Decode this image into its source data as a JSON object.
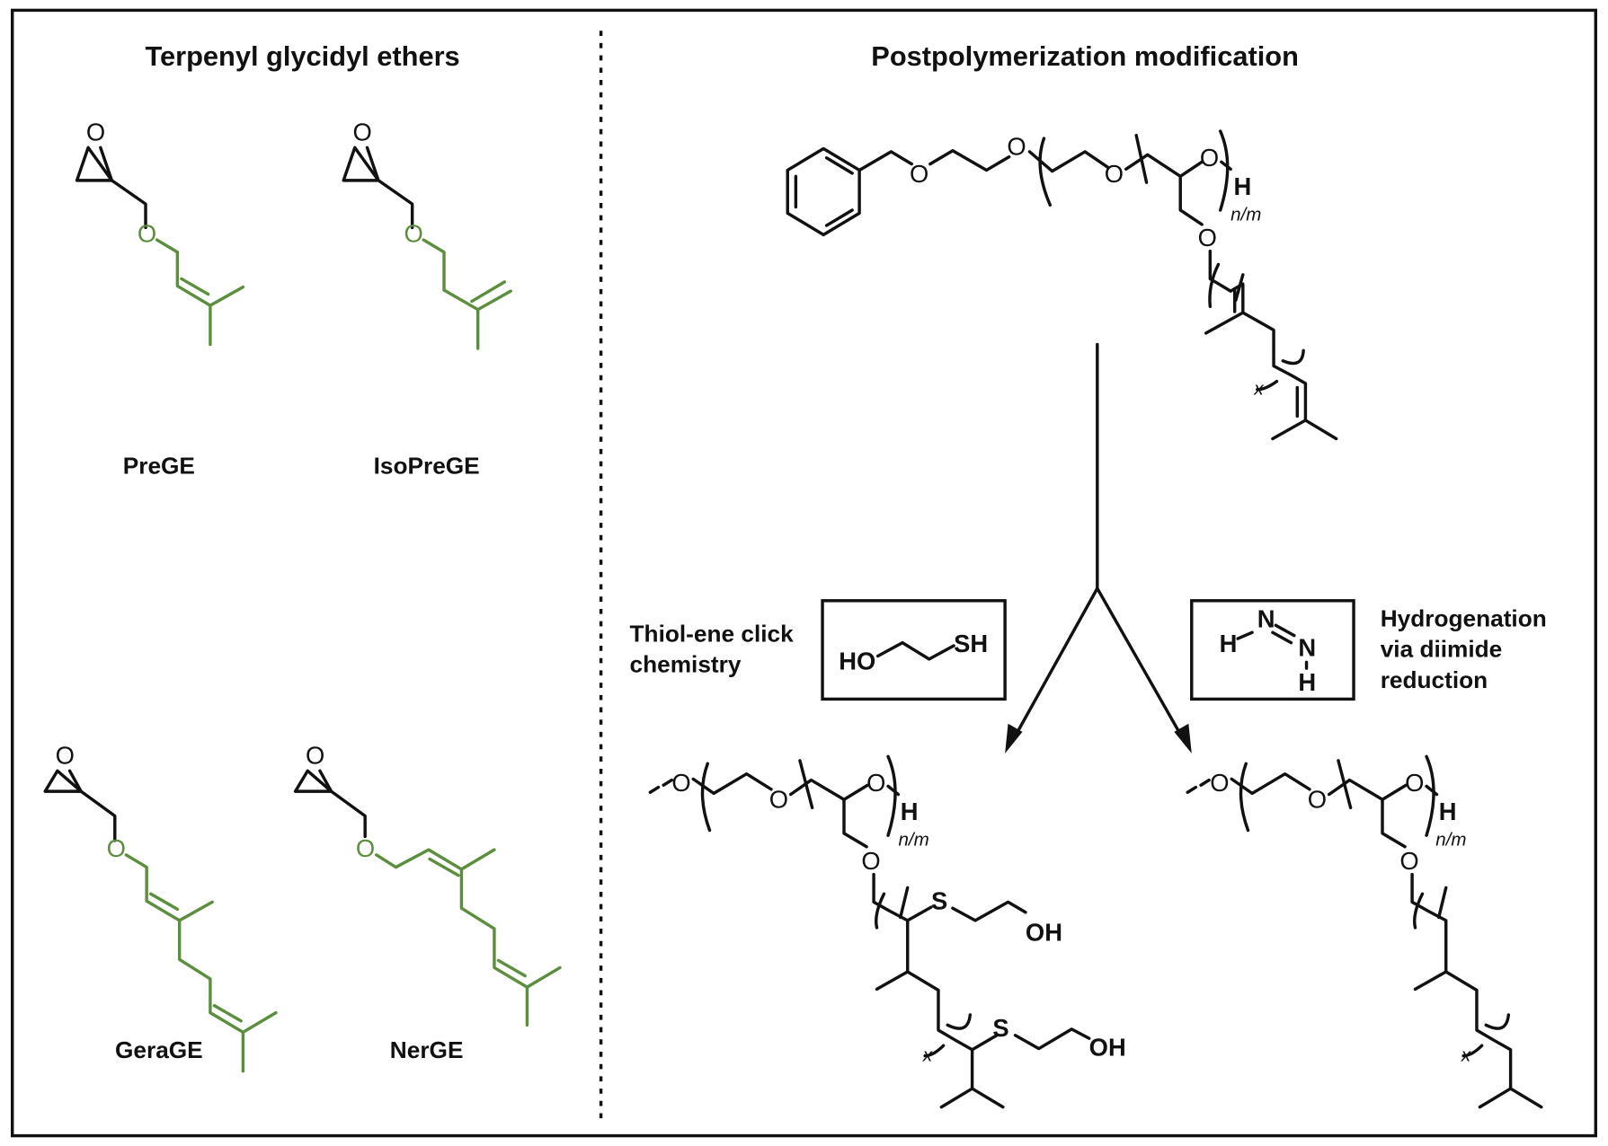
{
  "figure": {
    "accent_color": "#5b8f3d",
    "line_color": "#111111"
  },
  "left_panel": {
    "title": "Terpenyl glycidyl ethers",
    "monomers": [
      {
        "name": "PreGE"
      },
      {
        "name": "IsoPreGE"
      },
      {
        "name": "GeraGE"
      },
      {
        "name": "NerGE"
      }
    ],
    "atoms": {
      "epoxide_O": "O",
      "ether_O": "O"
    }
  },
  "right_panel": {
    "title": "Postpolymerization modification",
    "polymer": {
      "ether_O": "O",
      "end_H": "H",
      "repeat_label": "n/m",
      "terpene_repeat_label": "x"
    },
    "thiol_ene": {
      "label_line1": "Thiol-ene click",
      "label_line2": "chemistry",
      "reagent_HO": "HO",
      "reagent_SH": "SH"
    },
    "hydrogenation": {
      "label_line1": "Hydrogenation",
      "label_line2": "via diimide",
      "label_line3": "reduction",
      "reagent_N": "N",
      "reagent_H": "H"
    },
    "product_thiol": {
      "O": "O",
      "H": "H",
      "S": "S",
      "OH": "OH",
      "repeat_label": "n/m",
      "terpene_repeat_label": "x"
    },
    "product_hydrogenated": {
      "O": "O",
      "H": "H",
      "repeat_label": "n/m",
      "terpene_repeat_label": "x"
    }
  }
}
